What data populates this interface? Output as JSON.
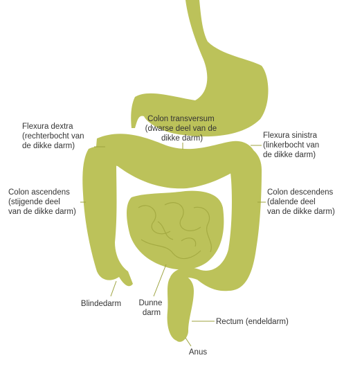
{
  "labels": {
    "flexura_dextra": [
      "Flexura dextra",
      "(rechterbocht van",
      "de dikke darm)"
    ],
    "colon_transversum": [
      "Colon transversum",
      "(dwarse deel van de",
      "dikke darm)"
    ],
    "flexura_sinistra": [
      "Flexura sinistra",
      "(linkerbocht van",
      "de dikke darm)"
    ],
    "colon_ascendens": [
      "Colon ascendens",
      "(stijgende deel",
      "van de dikke darm)"
    ],
    "colon_descendens": [
      "Colon descendens",
      "(dalende deel",
      "van de dikke darm)"
    ],
    "blindedarm": [
      "Blindedarm"
    ],
    "dunne_darm": [
      "Dunne",
      "darm"
    ],
    "rectum": [
      "Rectum (endeldarm)"
    ],
    "anus": [
      "Anus"
    ]
  },
  "colors": {
    "organ": "#bcc25a",
    "organ_fold": "#a4aa42",
    "label_text": "#333333",
    "leader_line": "#9ca23e"
  }
}
